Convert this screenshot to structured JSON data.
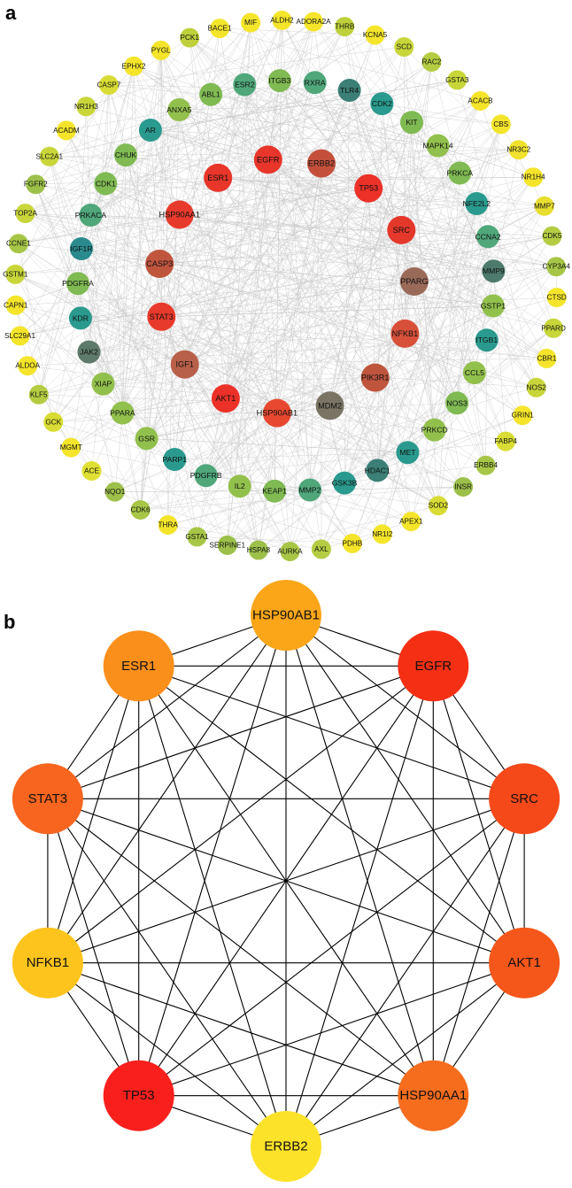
{
  "panel_a": {
    "label": "a",
    "outer_ring": {
      "nodes": [
        {
          "name": "MIF",
          "color": "#f4e52b"
        },
        {
          "name": "ALDH2",
          "color": "#f4e52b"
        },
        {
          "name": "ADORA2A",
          "color": "#f4e52b"
        },
        {
          "name": "THRB",
          "color": "#bed13d"
        },
        {
          "name": "KCNA5",
          "color": "#f4e52b"
        },
        {
          "name": "SCD",
          "color": "#c8d63a"
        },
        {
          "name": "RAC2",
          "color": "#b4cc42"
        },
        {
          "name": "GSTA3",
          "color": "#c8d63a"
        },
        {
          "name": "ACACB",
          "color": "#f4e52b"
        },
        {
          "name": "CBS",
          "color": "#f4e52b"
        },
        {
          "name": "NR3C2",
          "color": "#f0e22e"
        },
        {
          "name": "NR1H4",
          "color": "#f4e52b"
        },
        {
          "name": "MMP7",
          "color": "#e8de30"
        },
        {
          "name": "CDK5",
          "color": "#b4cc42"
        },
        {
          "name": "CYP3A4",
          "color": "#a8c646"
        },
        {
          "name": "CTSD",
          "color": "#f4e52b"
        },
        {
          "name": "PPARD",
          "color": "#c8d63a"
        },
        {
          "name": "CBR1",
          "color": "#f4e52b"
        },
        {
          "name": "NOS2",
          "color": "#c8d63a"
        },
        {
          "name": "GRIN1",
          "color": "#f4e52b"
        },
        {
          "name": "FABP4",
          "color": "#d8dc34"
        },
        {
          "name": "ERBB4",
          "color": "#a8c646"
        },
        {
          "name": "INSR",
          "color": "#9cc04a"
        },
        {
          "name": "SOD2",
          "color": "#d8dc34"
        },
        {
          "name": "APEX1",
          "color": "#f4e52b"
        },
        {
          "name": "NR1I2",
          "color": "#f4e52b"
        },
        {
          "name": "PDHB",
          "color": "#f4e52b"
        },
        {
          "name": "AXL",
          "color": "#b4cc42"
        },
        {
          "name": "AURKA",
          "color": "#a8c646"
        },
        {
          "name": "HSPA8",
          "color": "#9cc04a"
        },
        {
          "name": "SERPINE1",
          "color": "#9cc04a"
        },
        {
          "name": "GSTA1",
          "color": "#a8c646"
        },
        {
          "name": "THRA",
          "color": "#f4e52b"
        },
        {
          "name": "CDK6",
          "color": "#a8c646"
        },
        {
          "name": "NQO1",
          "color": "#9cc04a"
        },
        {
          "name": "ACE",
          "color": "#e0df33"
        },
        {
          "name": "MGMT",
          "color": "#f4e52b"
        },
        {
          "name": "GCK",
          "color": "#d8dc34"
        },
        {
          "name": "KLF5",
          "color": "#b4cc42"
        },
        {
          "name": "ALDOA",
          "color": "#f4e52b"
        },
        {
          "name": "SLC29A1",
          "color": "#f4e52b"
        },
        {
          "name": "CAPN1",
          "color": "#f4e52b"
        },
        {
          "name": "GSTM1",
          "color": "#c8d63a"
        },
        {
          "name": "CCNE1",
          "color": "#a8c646"
        },
        {
          "name": "TOP2A",
          "color": "#c8d63a"
        },
        {
          "name": "FGFR2",
          "color": "#9cc04a"
        },
        {
          "name": "SLC2A1",
          "color": "#c8d63a"
        },
        {
          "name": "ACADM",
          "color": "#f4e52b"
        },
        {
          "name": "NR1H3",
          "color": "#c8d63a"
        },
        {
          "name": "CASP7",
          "color": "#d8dc34"
        },
        {
          "name": "EPHX2",
          "color": "#f4e52b"
        },
        {
          "name": "PYGL",
          "color": "#f4e52b"
        },
        {
          "name": "PCK1",
          "color": "#bed13d"
        },
        {
          "name": "BACE1",
          "color": "#f4e52b"
        }
      ]
    },
    "middle_ring": {
      "nodes": [
        {
          "name": "RXRA",
          "color": "#4fa77a"
        },
        {
          "name": "TLR4",
          "color": "#3b7f76"
        },
        {
          "name": "CDK2",
          "color": "#2a9a8e"
        },
        {
          "name": "KIT",
          "color": "#7fba52"
        },
        {
          "name": "MAPK14",
          "color": "#92c04c"
        },
        {
          "name": "PRKCA",
          "color": "#7fba52"
        },
        {
          "name": "NFE2L2",
          "color": "#2a9a8e"
        },
        {
          "name": "CCNA2",
          "color": "#4fa77a"
        },
        {
          "name": "MMP9",
          "color": "#4d7a6c"
        },
        {
          "name": "GSTP1",
          "color": "#92c04c"
        },
        {
          "name": "ITGB1",
          "color": "#2a9a8e"
        },
        {
          "name": "CCL5",
          "color": "#92c04c"
        },
        {
          "name": "NOS3",
          "color": "#7fba52"
        },
        {
          "name": "PRKCD",
          "color": "#92c04c"
        },
        {
          "name": "MET",
          "color": "#2a9a8e"
        },
        {
          "name": "HDAC1",
          "color": "#3b7f76"
        },
        {
          "name": "GSK3B",
          "color": "#2a9a8e"
        },
        {
          "name": "MMP2",
          "color": "#4fa77a"
        },
        {
          "name": "KEAP1",
          "color": "#7fba52"
        },
        {
          "name": "IL2",
          "color": "#92c04c"
        },
        {
          "name": "PDGFRB",
          "color": "#4fa77a"
        },
        {
          "name": "PARP1",
          "color": "#2a9a8e"
        },
        {
          "name": "GSR",
          "color": "#92c04c"
        },
        {
          "name": "PPARA",
          "color": "#92c04c"
        },
        {
          "name": "XIAP",
          "color": "#92c04c"
        },
        {
          "name": "JAK2",
          "color": "#5e7a6a"
        },
        {
          "name": "KDR",
          "color": "#2a9a8e"
        },
        {
          "name": "PDGFRA",
          "color": "#7fba52"
        },
        {
          "name": "IGF1R",
          "color": "#2a8a8e"
        },
        {
          "name": "PRKACA",
          "color": "#4fa77a"
        },
        {
          "name": "CDK1",
          "color": "#7fba52"
        },
        {
          "name": "CHUK",
          "color": "#7fba52"
        },
        {
          "name": "AR",
          "color": "#2a9a8e"
        },
        {
          "name": "ANXA5",
          "color": "#92c04c"
        },
        {
          "name": "ABL1",
          "color": "#7fba52"
        },
        {
          "name": "ESR2",
          "color": "#4fa77a"
        },
        {
          "name": "ITGB3",
          "color": "#7fba52"
        }
      ]
    },
    "inner_ring": {
      "nodes": [
        {
          "name": "EGFR",
          "color": "#e8362a"
        },
        {
          "name": "ERBB2",
          "color": "#c4503c"
        },
        {
          "name": "TP53",
          "color": "#ec3128"
        },
        {
          "name": "SRC",
          "color": "#e4382b"
        },
        {
          "name": "PPARG",
          "color": "#9a6a58"
        },
        {
          "name": "NFKB1",
          "color": "#d8503a"
        },
        {
          "name": "PIK3R1",
          "color": "#c0553e"
        },
        {
          "name": "MDM2",
          "color": "#7a7464"
        },
        {
          "name": "HSP90AB1",
          "color": "#e84830"
        },
        {
          "name": "AKT1",
          "color": "#ec3128"
        },
        {
          "name": "IGF1",
          "color": "#b8604a"
        },
        {
          "name": "STAT3",
          "color": "#e83a2c"
        },
        {
          "name": "CASP3",
          "color": "#c0553e"
        },
        {
          "name": "HSP90AA1",
          "color": "#e83a2c"
        },
        {
          "name": "ESR1",
          "color": "#e8362a"
        }
      ]
    },
    "edge_color": "#c8c8c8"
  },
  "panel_b": {
    "label": "b",
    "edge_color": "#000000",
    "nodes": [
      {
        "name": "HSP90AB1",
        "color": "#fba619"
      },
      {
        "name": "EGFR",
        "color": "#f52f14"
      },
      {
        "name": "SRC",
        "color": "#f5491a"
      },
      {
        "name": "AKT1",
        "color": "#f5571a"
      },
      {
        "name": "HSP90AA1",
        "color": "#f76d1e"
      },
      {
        "name": "ERBB2",
        "color": "#fde22a"
      },
      {
        "name": "TP53",
        "color": "#f91f1c"
      },
      {
        "name": "NFKB1",
        "color": "#fdc41d"
      },
      {
        "name": "STAT3",
        "color": "#f7651e"
      },
      {
        "name": "ESR1",
        "color": "#fb8f1c"
      }
    ]
  }
}
